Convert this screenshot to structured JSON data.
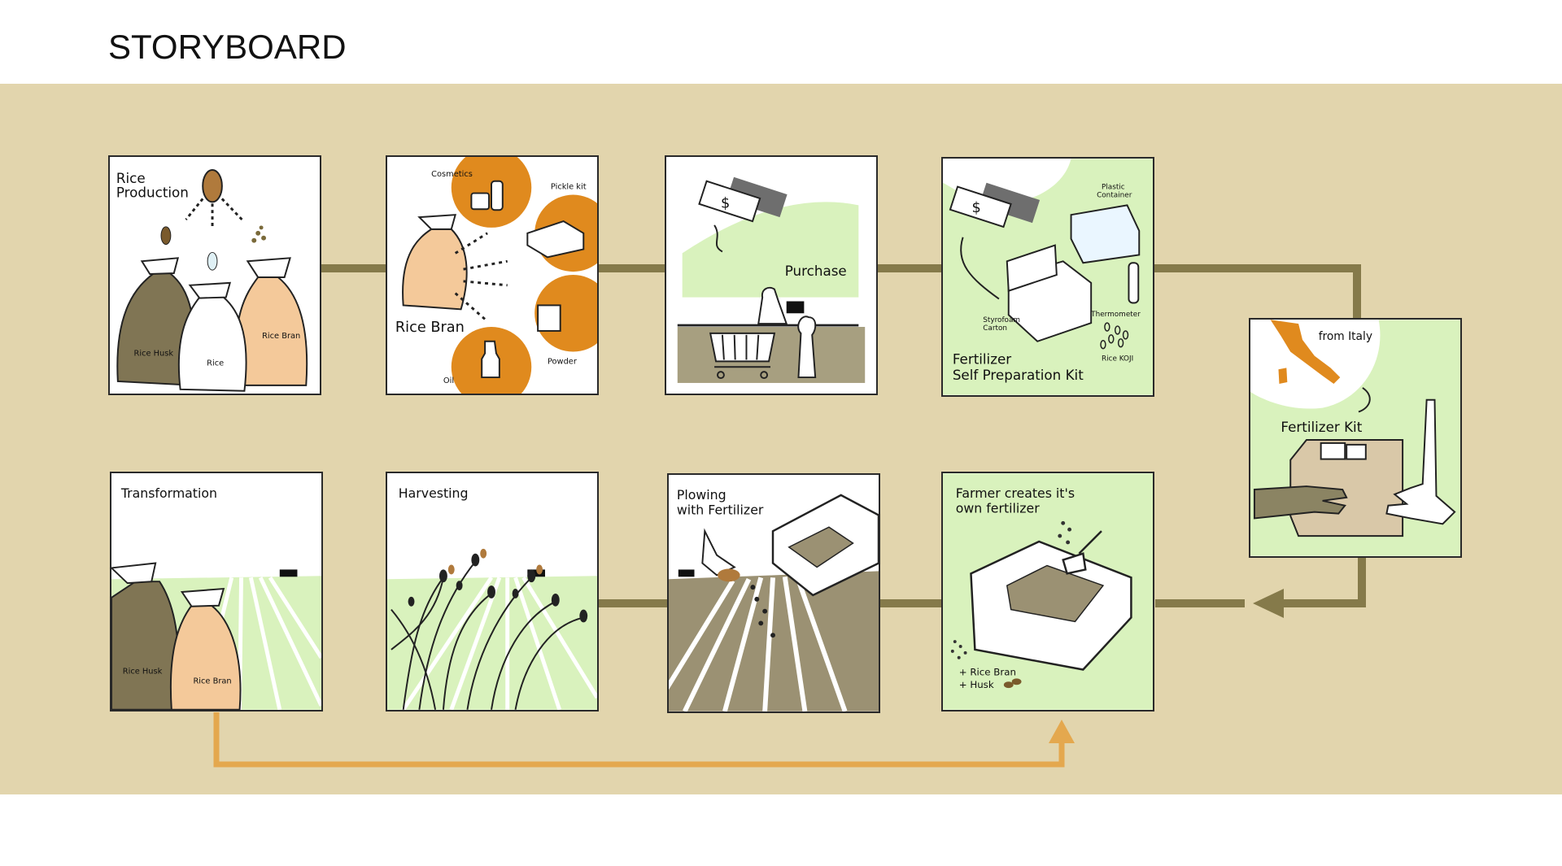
{
  "page": {
    "title": "STORYBOARD"
  },
  "colors": {
    "band": "#e2d5ad",
    "connector": "#857a4a",
    "return_arrow": "#e4a84e",
    "orange": "#e08a1e",
    "green": "#d9f2bd",
    "soil": "#9b9173"
  },
  "panels": {
    "rice_production": {
      "title_line1": "Rice",
      "title_line2": "Production",
      "bag_husk": "Rice Husk",
      "bag_rice": "Rice",
      "bag_bran": "Rice Bran"
    },
    "rice_bran": {
      "title": "Rice Bran",
      "cosmetics": "Cosmetics",
      "pickle_kit": "Pickle kit",
      "powder": "Powder",
      "oil": "Oil"
    },
    "purchase": {
      "title": "Purchase",
      "currency": "$"
    },
    "kit_contents": {
      "currency": "$",
      "plastic_line1": "Plastic",
      "plastic_line2": "Container",
      "styrofoam_line1": "Styrofoam",
      "styrofoam_line2": "Carton",
      "thermometer": "Thermometer",
      "rice_koji": "Rice KOJI",
      "title_line1": "Fertilizer",
      "title_line2": "Self Preparation Kit"
    },
    "from_italy": {
      "origin": "from Italy",
      "title": "Fertilizer Kit"
    },
    "farmer_creates": {
      "title_line1": "Farmer creates it's",
      "title_line2": "own fertilizer",
      "add_line1": "+ Rice Bran",
      "add_line2": "+ Husk"
    },
    "plowing": {
      "title_line1": "Plowing",
      "title_line2": "with Fertilizer"
    },
    "harvesting": {
      "title": "Harvesting"
    },
    "transformation": {
      "title": "Transformation",
      "bag_husk": "Rice Husk",
      "bag_bran": "Rice Bran"
    }
  }
}
